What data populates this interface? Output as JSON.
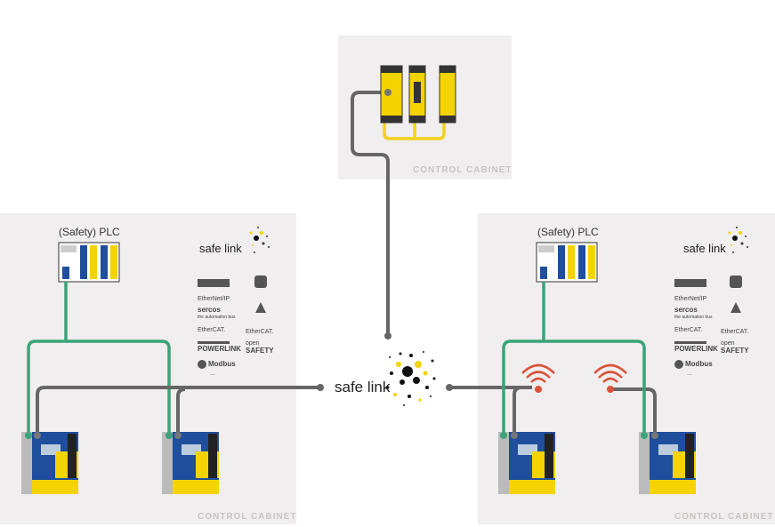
{
  "top_cabinet": {
    "label": "CONTROL CABINET"
  },
  "left_cabinet": {
    "label": "CONTROL CABINET",
    "plc_title": "(Safety) PLC",
    "brand": "safe link",
    "protocols": [
      "EtherNet/IP",
      "sercos",
      "the automation bus",
      "EtherCAT.",
      "EtherCAT.",
      "POWERLINK",
      "open",
      "SAFETY",
      "Modbus",
      "..."
    ]
  },
  "right_cabinet": {
    "label": "CONTROL CABINET",
    "plc_title": "(Safety) PLC",
    "brand": "safe link",
    "protocols": [
      "EtherNet/IP",
      "sercos",
      "the automation bus",
      "EtherCAT.",
      "EtherCAT.",
      "POWERLINK",
      "open",
      "SAFETY",
      "Modbus",
      "..."
    ]
  },
  "center": {
    "label": "safe link"
  },
  "colors": {
    "cabinet_bg": "#f0eeee",
    "cable_gray": "#555555",
    "cable_green": "#3aa37a",
    "cable_yellow": "#f2d21b",
    "device_blue": "#1f4e9c",
    "device_yellow": "#f4d300",
    "wireless_red": "#d9533a"
  }
}
